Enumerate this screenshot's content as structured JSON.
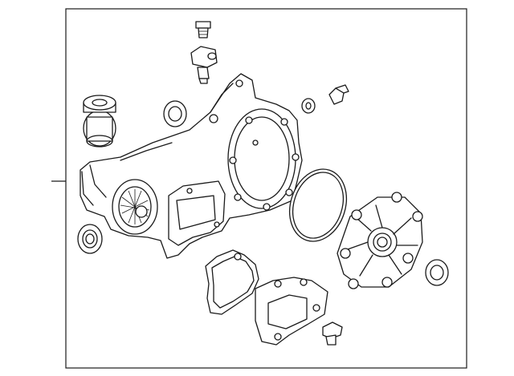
{
  "diagram": {
    "colors": {
      "line": "#1a1a1a",
      "background": "#ffffff"
    },
    "parts": [
      "bolt-top",
      "sensor",
      "housing",
      "bushing",
      "seal-left",
      "seal-upper",
      "washer",
      "breather-plug",
      "o-ring",
      "rear-cover",
      "seal-right",
      "gasket",
      "bracket",
      "drain-bolt"
    ]
  }
}
